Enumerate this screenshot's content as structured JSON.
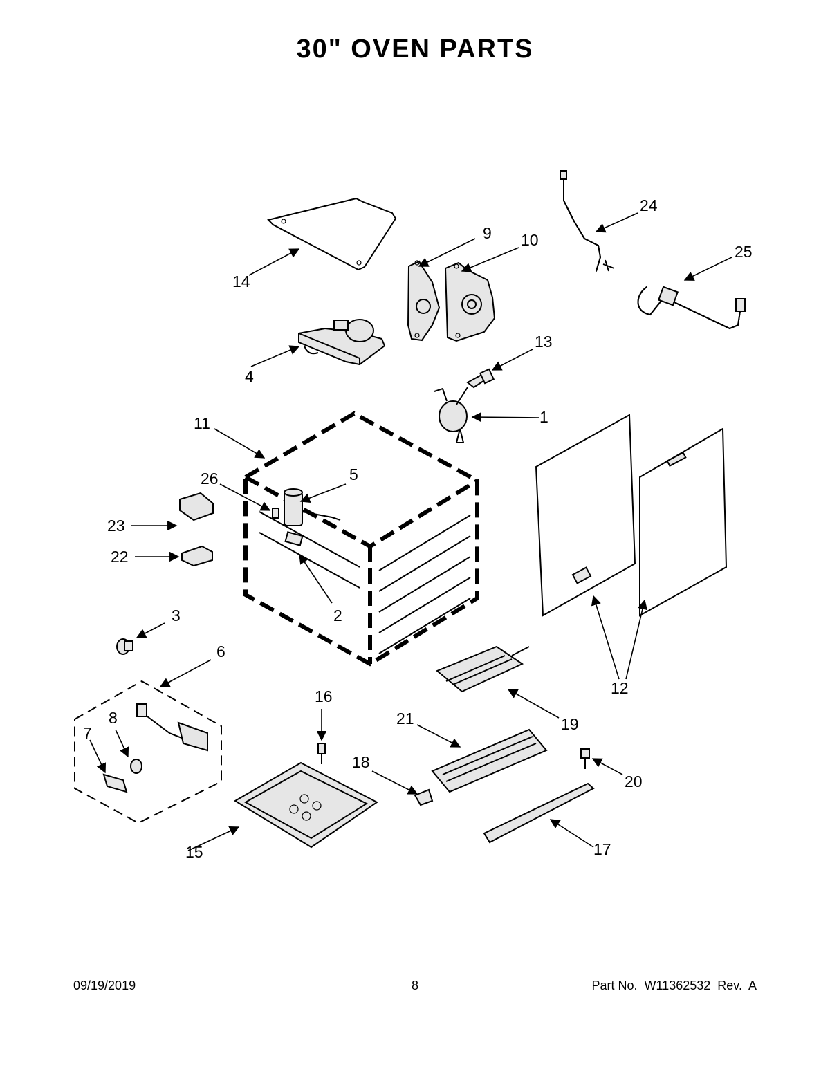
{
  "title": "30\" OVEN PARTS",
  "footer": {
    "date": "09/19/2019",
    "page": "8",
    "part_number": "Part No.  W11362532  Rev.  A"
  },
  "callouts": {
    "c1": "1",
    "c2": "2",
    "c3": "3",
    "c4": "4",
    "c5": "5",
    "c6": "6",
    "c7": "7",
    "c8": "8",
    "c9": "9",
    "c10": "10",
    "c11": "11",
    "c12": "12",
    "c13": "13",
    "c14": "14",
    "c15": "15",
    "c16": "16",
    "c17": "17",
    "c18": "18",
    "c19": "19",
    "c20": "20",
    "c21": "21",
    "c22": "22",
    "c23": "23",
    "c24": "24",
    "c25": "25",
    "c26": "26"
  }
}
